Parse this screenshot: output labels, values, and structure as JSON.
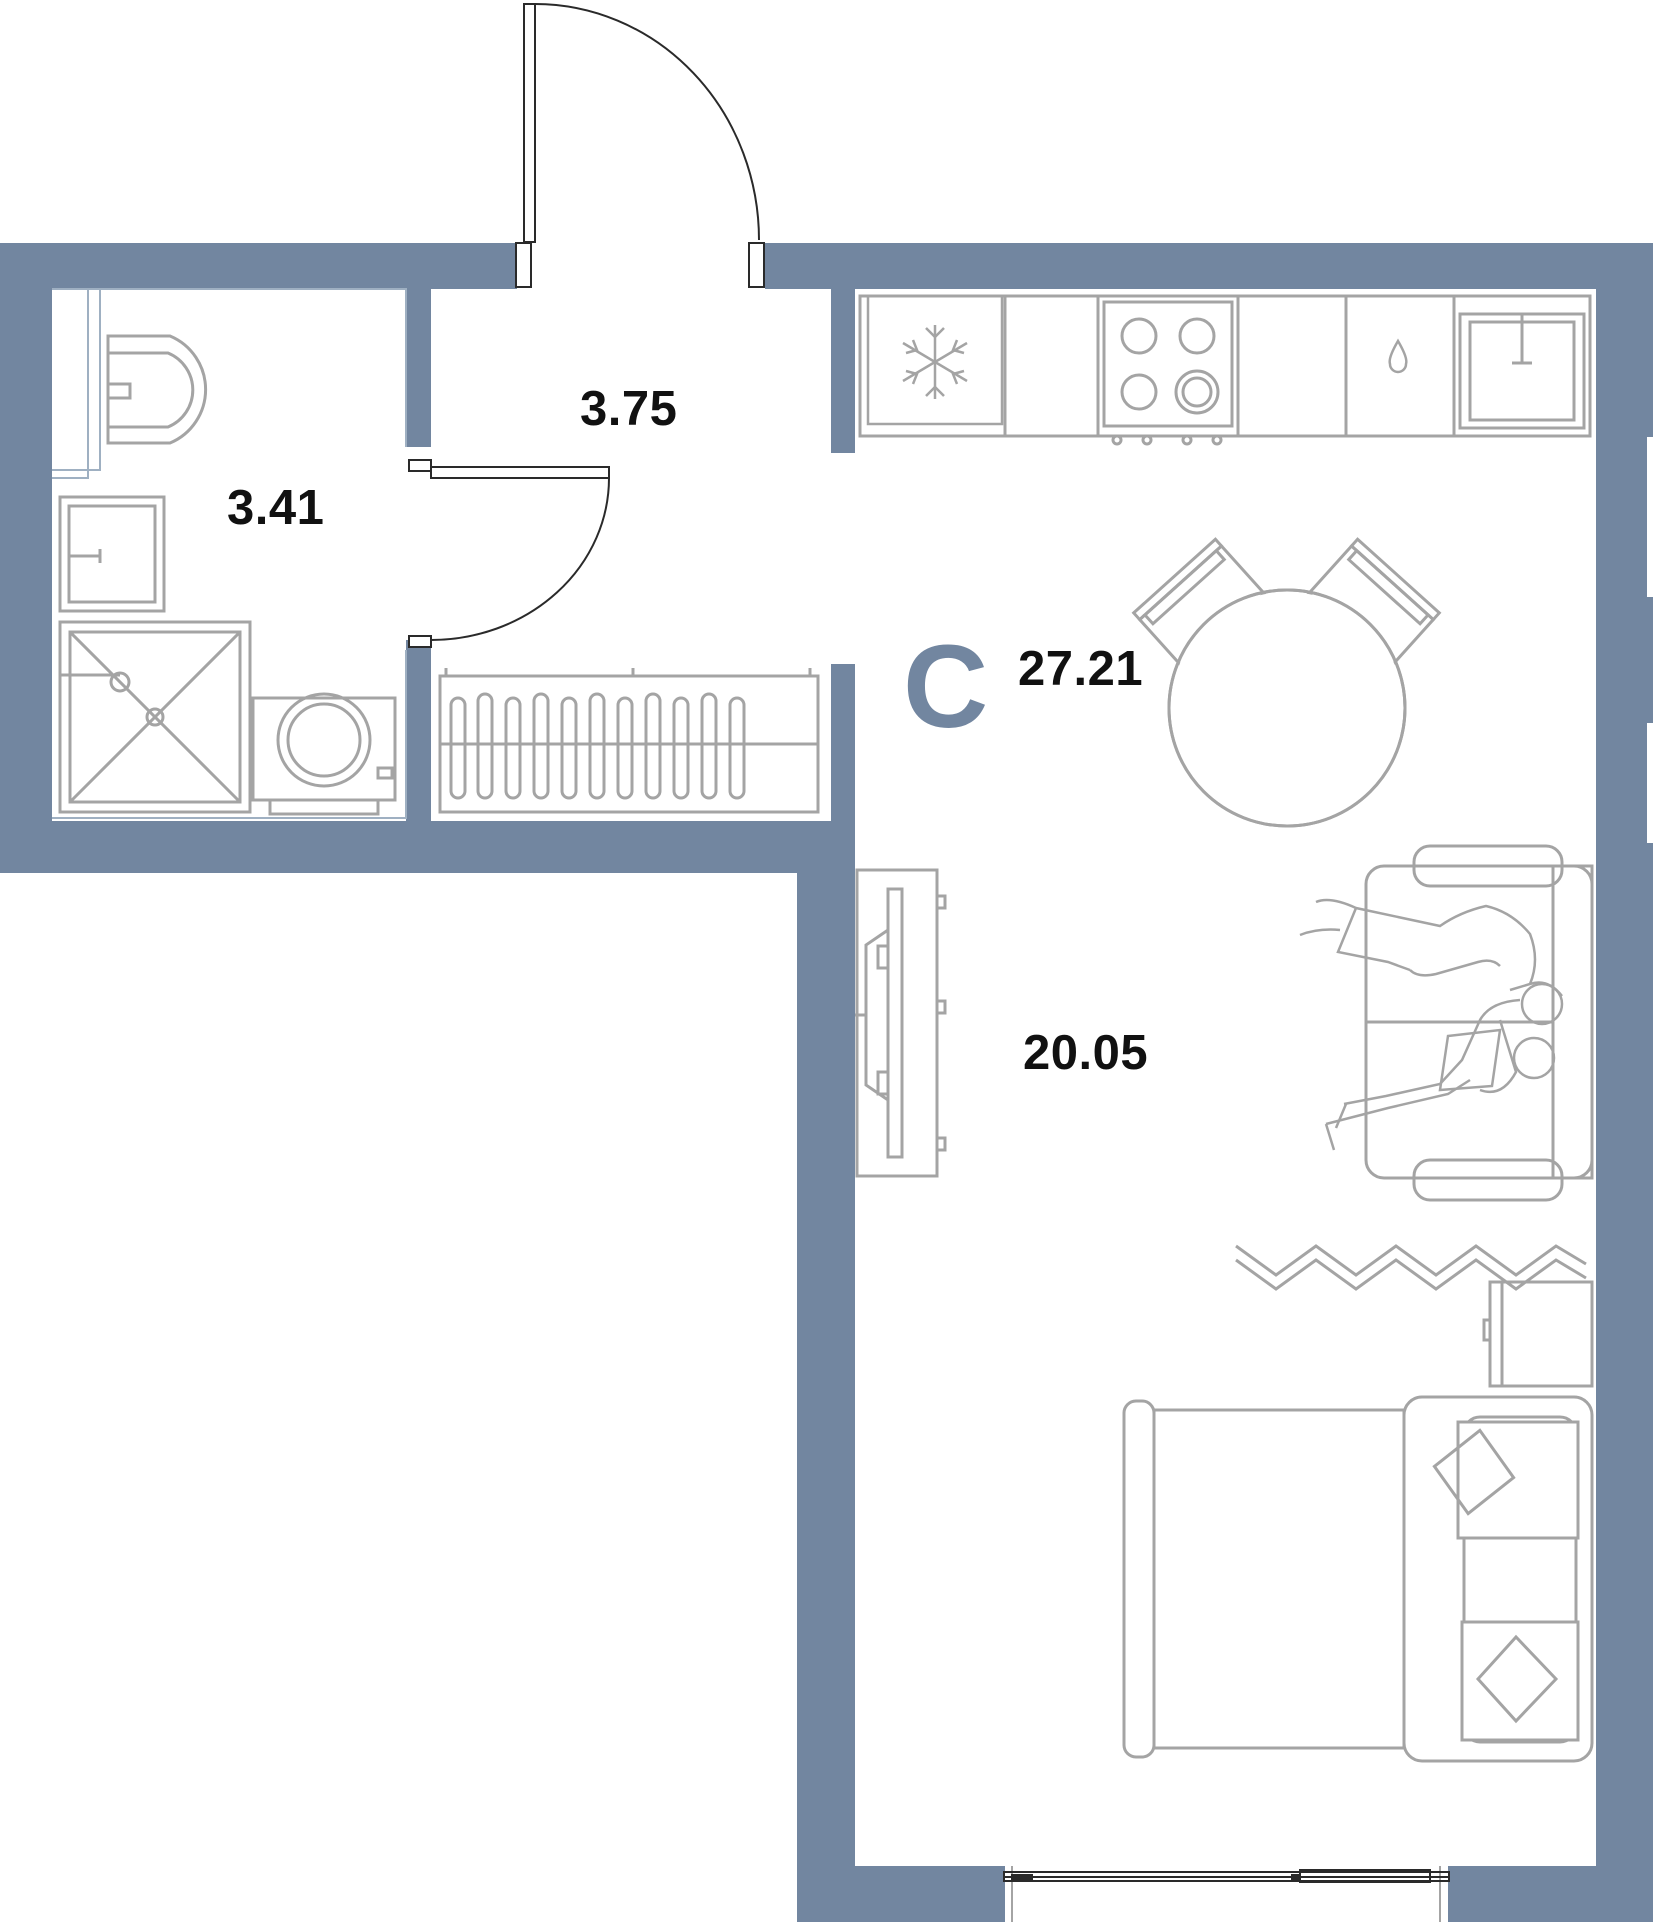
{
  "plan": {
    "apartment_type": "С",
    "rooms": {
      "bathroom_area": "3.41",
      "hallway_area": "3.75",
      "total_area": "27.21",
      "living_area": "20.05"
    }
  },
  "colors": {
    "wall": "#7286a0",
    "furniture_line": "#a4a4a4",
    "door_line": "#2a2a2a",
    "text": "#111111",
    "accent": "#7286a0",
    "background": "#ffffff"
  },
  "icons": {
    "fridge": "snowflake-icon",
    "stove": "four-burner-icon",
    "sink_faucet": "water-drop-icon"
  }
}
